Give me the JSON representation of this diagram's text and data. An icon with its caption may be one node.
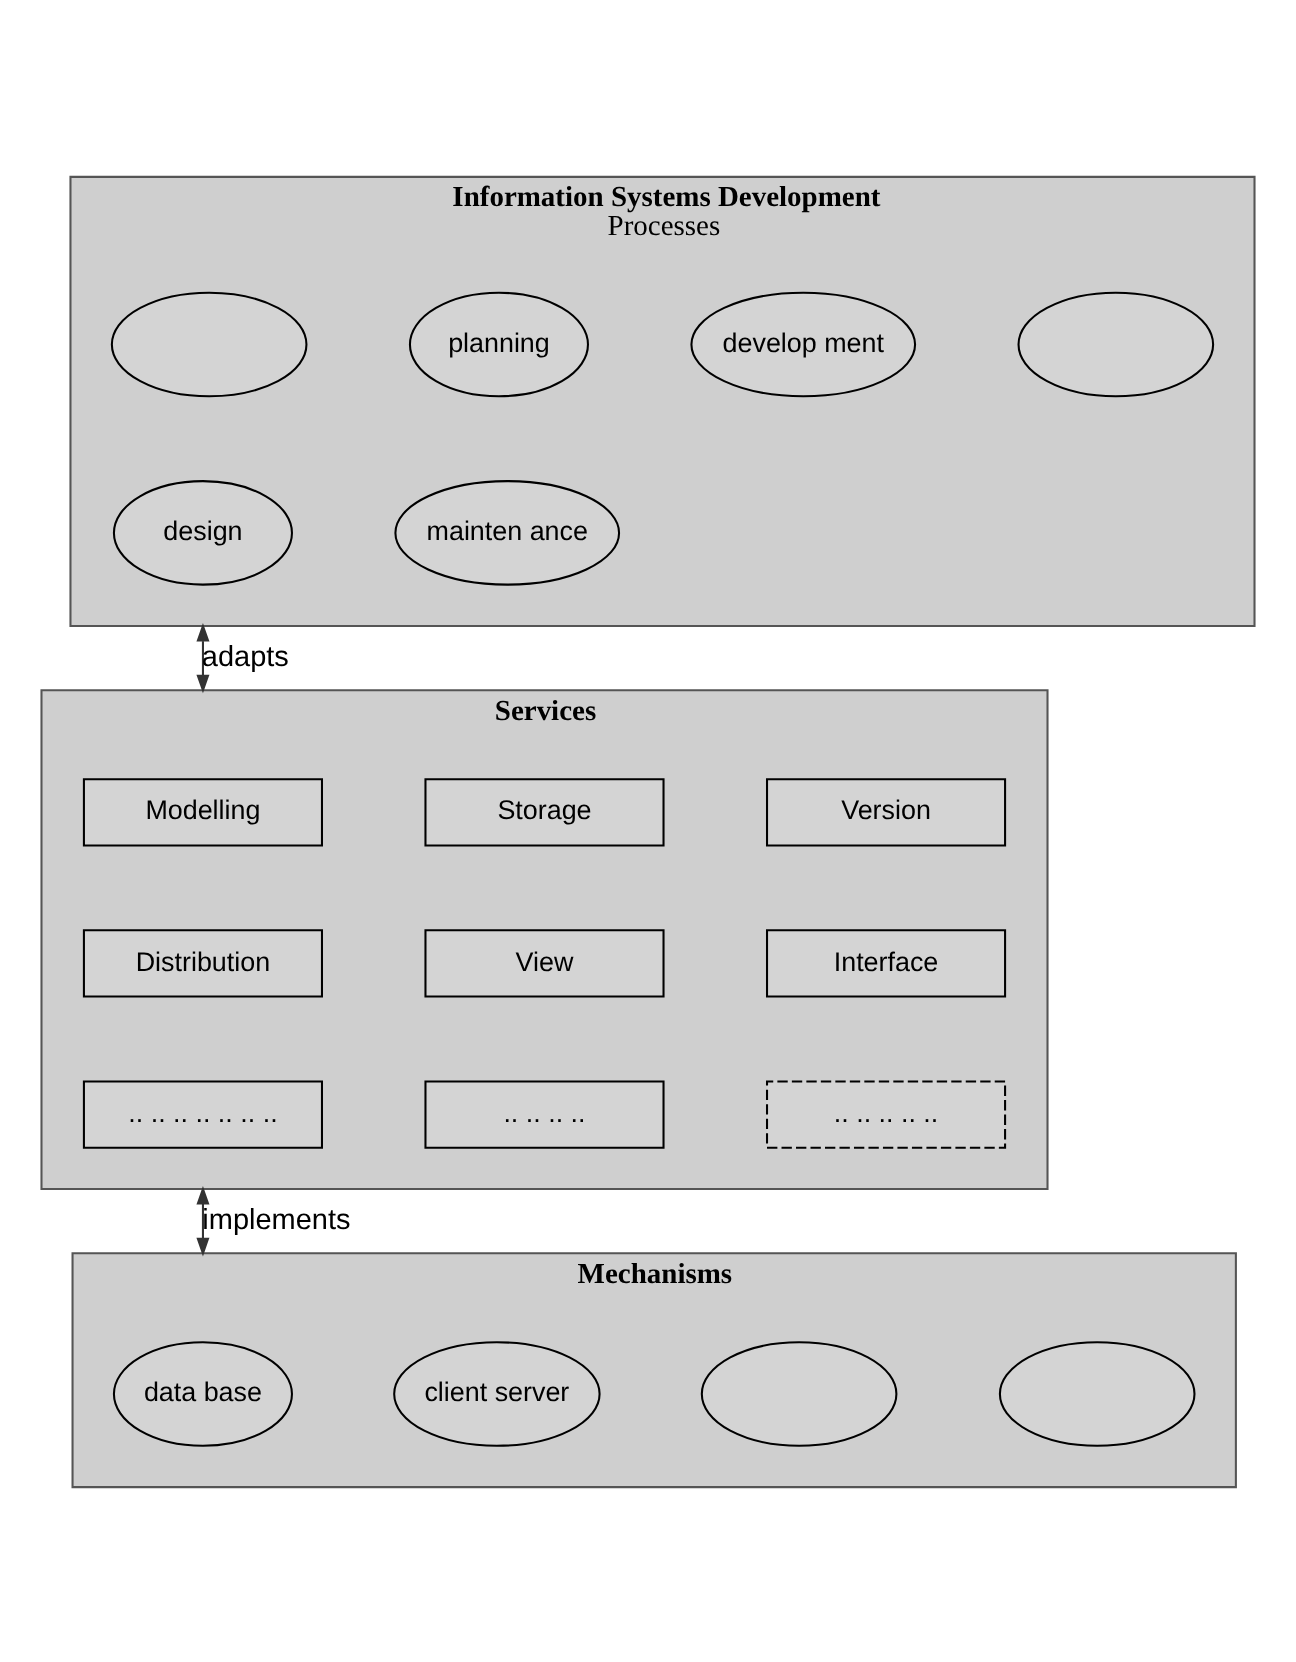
{
  "diagram": {
    "nodes": [
      {
        "text": [
          "Information Systems Development",
          "Processes"
        ]
      },
      {
        "text": [],
        "shape": "ellipse",
        "in": 0
      },
      {
        "text": [
          "planning"
        ],
        "in": 0
      },
      {
        "text": [
          "design"
        ],
        "in": 0
      },
      {
        "text": [
          "develop ment"
        ],
        "in": 0
      },
      {
        "text": [],
        "shape": "ellipse",
        "in": 0
      },
      {
        "text": [
          "mainten ance"
        ],
        "in": 0
      },
      {
        "text": [
          "Services"
        ]
      },
      {
        "text": [
          "Modelling"
        ],
        "in": 7
      },
      {
        "text": [
          "Storage"
        ],
        "in": 7
      },
      {
        "text": [
          "Version"
        ],
        "in": 7
      },
      {
        "text": [
          "Distribution"
        ],
        "in": 7
      },
      {
        "text": [
          "View"
        ],
        "in": 7
      },
      {
        "text": [
          "Interface"
        ],
        "in": 7
      },
      {
        "text": [
          ".. .. .. .. .. .. .."
        ],
        "in": 7
      },
      {
        "text": [
          ".. .. .. .."
        ],
        "in": 7
      },
      {
        "text": [
          ".. .. .. .. .."
        ],
        "in": 7
      },
      {
        "text": [
          "Mechanisms"
        ]
      },
      {
        "text": [
          "data base"
        ],
        "in": 17
      },
      {
        "text": [
          "client server"
        ],
        "in": 17
      },
      {
        "text": [],
        "shape": "ellipse",
        "in": 17
      },
      {
        "text": [],
        "shape": "ellipse",
        "in": 17
      }
    ],
    "edges": [
      {
        "from": 0,
        "to": 7,
        "arrow": "both",
        "label": "adapts"
      },
      {
        "from": 7,
        "to": 17,
        "arrow": "both",
        "label": "implements"
      }
    ]
  }
}
